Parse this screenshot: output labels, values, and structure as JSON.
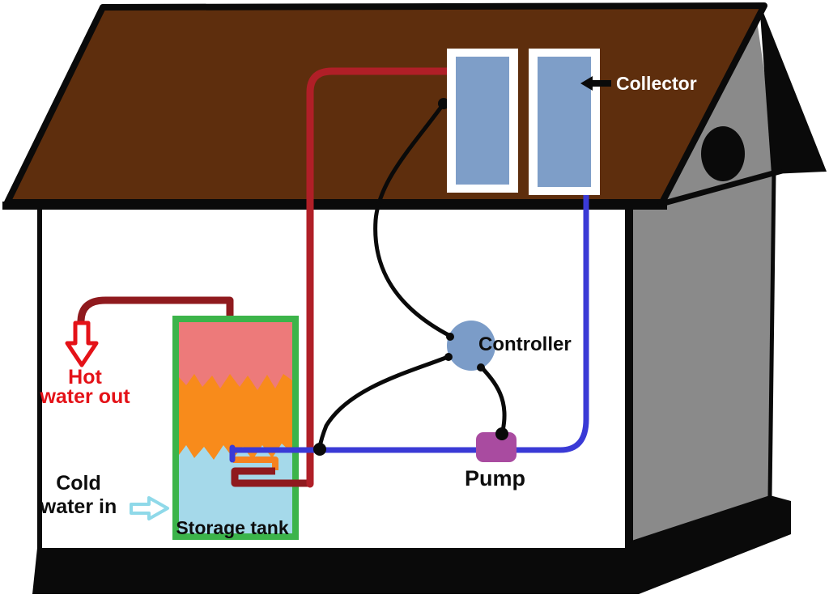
{
  "diagram": {
    "type": "solar-water-heating-system",
    "labels": {
      "collector": "Collector",
      "controller": "Controller",
      "pump": "Pump",
      "storage_tank": "Storage tank",
      "hot_water_line1": "Hot",
      "hot_water_line2": "water out",
      "cold_water_line1": "Cold",
      "cold_water_line2": "water in"
    },
    "icons": {
      "collector_pointer": "left-arrow-icon",
      "hot_water_out": "down-hollow-arrow-icon",
      "cold_water_in": "right-hollow-arrow-icon"
    }
  },
  "colors": {
    "background": "#ffffff",
    "outline_black": "#0a0a0a",
    "roof_brown": "#5e2e0d",
    "gable_gray": "#8a8a8a",
    "wall_white": "#ffffff",
    "panel_blue": "#7e9ec8",
    "controller_blue": "#7b9cc8",
    "pump_purple": "#a94ba0",
    "pipe_cold_blue": "#3a3ad6",
    "pipe_supply_crimson": "#b01f27",
    "pipe_hot_darkred": "#8f1a1e",
    "coil_orange": "#f6821f",
    "tank_border_green": "#3cb44a",
    "tank_hot_salmon": "#ed7a7a",
    "tank_warm_orange": "#f88b1b",
    "tank_cold_lightblue": "#a5d9ea",
    "hot_text_red": "#e41218",
    "cold_arrow_cyan": "#8fd9e9"
  }
}
